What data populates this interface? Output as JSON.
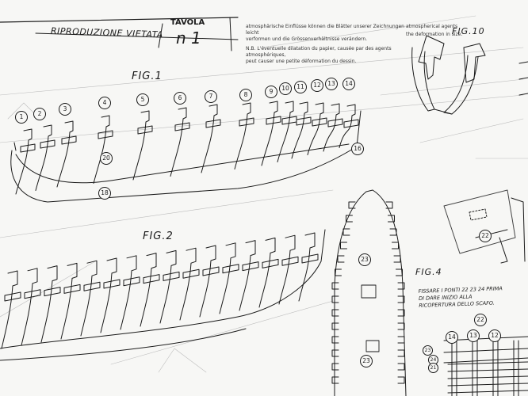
{
  "title_block": {
    "reproduction": "RIPRODUZIONE VIETATA",
    "tavola_label": "TAVOLA",
    "tavola_number": "n 1"
  },
  "notes": {
    "de_line1": "atmosphärische Einflüsse können die Blätter unserer Zeichnungen leicht",
    "de_line2": "verformen und die Grössenverhältnisse verändern.",
    "en_line": "the deformation in size.",
    "en_line0": "atmospherical agents",
    "fr_line1": "N.B. L'éventuelle dilatation du papier, causée par des agents atmosphériques,",
    "fr_line2": "peut causer une petite déformation du dessin."
  },
  "figures": {
    "fig1": "FIG.1",
    "fig2": "FIG.2",
    "fig4": "FIG.4",
    "fig10": "FIG.10"
  },
  "instruction": "FISSARE I PONTI 22 23 24 PRIMA DI DARE INIZIO ALLA RICOPERTURA DELLO SCAFO.",
  "fig1_callouts": [
    "1",
    "2",
    "3",
    "4",
    "5",
    "6",
    "7",
    "8",
    "9",
    "10",
    "11",
    "12",
    "13",
    "14"
  ],
  "fig1_side_callouts": {
    "keel": "16",
    "inner": "20",
    "base": "18"
  },
  "fig4_callouts": [
    "23",
    "23"
  ],
  "deck_callouts": [
    "22",
    "22",
    "14",
    "13",
    "12"
  ],
  "deck_side_callouts": [
    "23",
    "24",
    "21"
  ]
}
